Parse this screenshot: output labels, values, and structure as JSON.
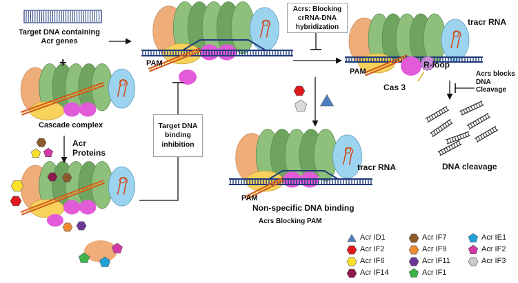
{
  "labels": {
    "target_dna": "Target DNA containing\nAcr genes",
    "plus": "+",
    "cascade_complex": "Cascade complex",
    "acr_proteins": "Acr\nProteins",
    "pam_top": "PAM",
    "pam_right": "PAM",
    "pam_bottom": "PAM",
    "tracr_rna_right": "tracr RNA",
    "tracr_rna_bottom": "tracr RNA",
    "r_loop": "R-loop",
    "cas3": "Cas 3",
    "acrs_blocks_dna_cleavage": "Acrs blocks\nDNA\nCleavage",
    "dna_cleavage": "DNA cleavage",
    "non_specific_binding": "Non-specific DNA binding",
    "acrs_blocking_pam": "Acrs Blocking PAM"
  },
  "boxes": {
    "blocking_crrna": "Acrs: Blocking\ncrRNA-DNA\nhybridization",
    "target_binding_inhibition": "Target DNA\nbinding\ninhibition"
  },
  "legend": [
    {
      "label": "Acr ID1",
      "shape": "triangle",
      "color": "#4d7fc0"
    },
    {
      "label": "Acr IF7",
      "shape": "hexagon",
      "color": "#8b5a2b"
    },
    {
      "label": "Acr IE1",
      "shape": "pentagon",
      "color": "#1fa2d8"
    },
    {
      "label": "Acr IF2",
      "shape": "hexagon",
      "color": "#e0191f"
    },
    {
      "label": "Acr IF9",
      "shape": "hexagon",
      "color": "#ef8a2e"
    },
    {
      "label": "Acr IF2",
      "shape": "pentagon",
      "color": "#d23ba6"
    },
    {
      "label": "Acr IF6",
      "shape": "hexagon",
      "color": "#fbe12b"
    },
    {
      "label": "Acr IF11",
      "shape": "hexagon",
      "color": "#6c3796"
    },
    {
      "label": "Acr IF3",
      "shape": "hexagon",
      "color": "#c9c9c9"
    },
    {
      "label": "Acr IF14",
      "shape": "hexagon",
      "color": "#8c1a4a"
    },
    {
      "label": "Acr IF1",
      "shape": "pentagon",
      "color": "#3fb34a"
    }
  ],
  "colors": {
    "green": "#8ec07c",
    "green_dark": "#6fa460",
    "orange": "#efad7a",
    "yellow": "#f7d25c",
    "blue": "#9cd3ef",
    "magenta": "#e25bd9",
    "dna": "#1f3a7a",
    "rna": "#cf4c1e"
  }
}
